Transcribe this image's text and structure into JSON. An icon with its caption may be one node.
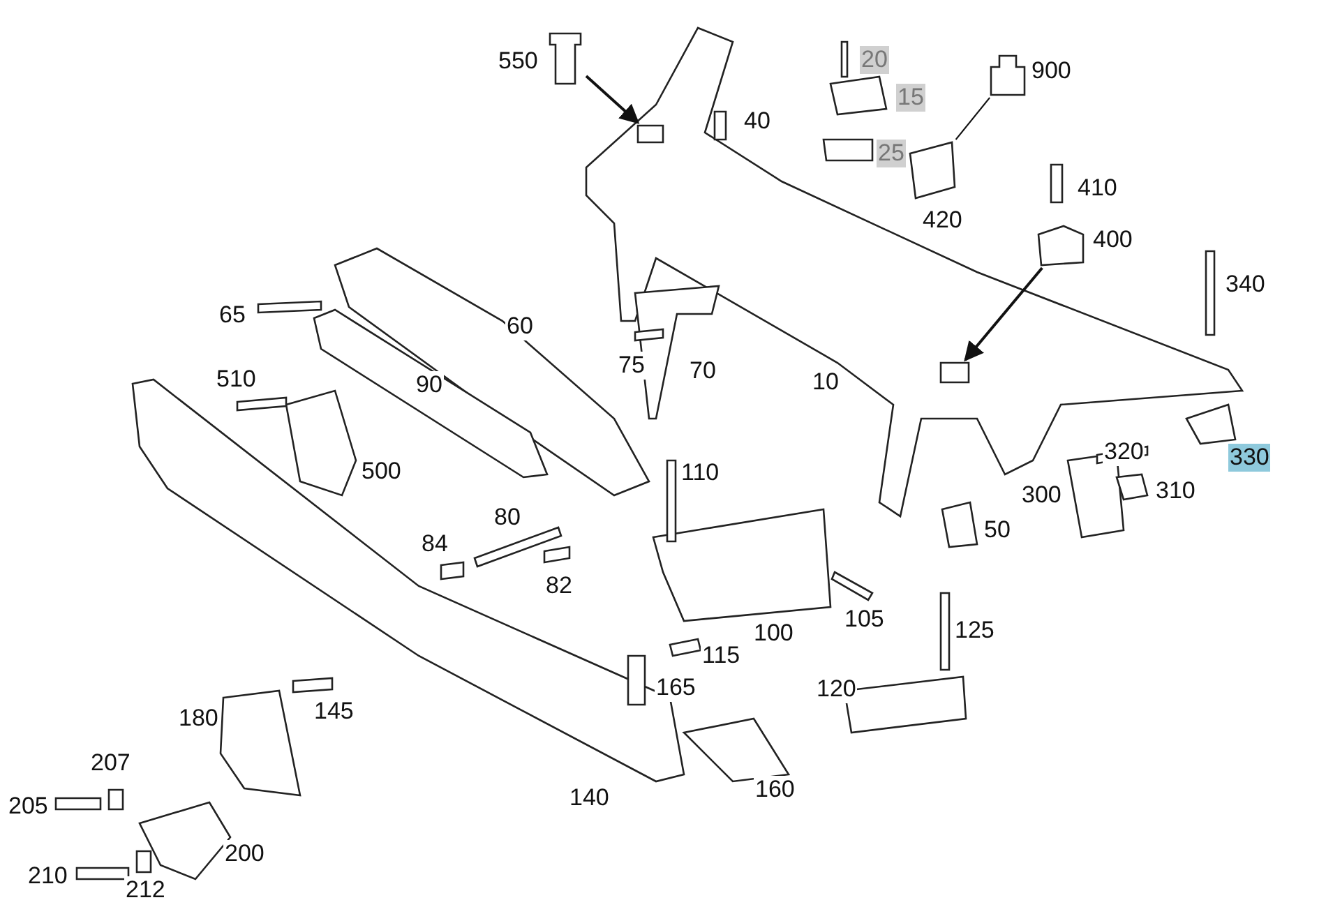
{
  "diagram": {
    "nodes": [
      {
        "text": [],
        "shape": "box",
        "beside": [
          "550"
        ]
      },
      {
        "text": [],
        "shape": "box"
      },
      {
        "text": [],
        "shape": "box",
        "beside": [
          "400"
        ]
      },
      {
        "text": [],
        "shape": "box"
      },
      {
        "text": [],
        "shape": "box",
        "beside": [
          "900"
        ]
      },
      {
        "text": [],
        "shape": "box",
        "beside": [
          "420"
        ]
      }
    ],
    "edges": [
      {
        "from": 0,
        "to": 1,
        "arrow": "to"
      },
      {
        "from": 2,
        "to": 3,
        "arrow": "to"
      },
      {
        "from": 4,
        "to": 5,
        "arrow": "none"
      }
    ],
    "labels": [
      "20",
      "40",
      "15",
      "25",
      "410",
      "340",
      "65",
      "60",
      "75",
      "70",
      "10",
      "90",
      "510",
      "320",
      "330",
      "500",
      "110",
      "300",
      "310",
      "80",
      "84",
      "82",
      "50",
      "105",
      "100",
      "125",
      "115",
      "165",
      "145",
      "120",
      "180",
      "207",
      "140",
      "160",
      "205",
      "200",
      "210",
      "212"
    ]
  }
}
